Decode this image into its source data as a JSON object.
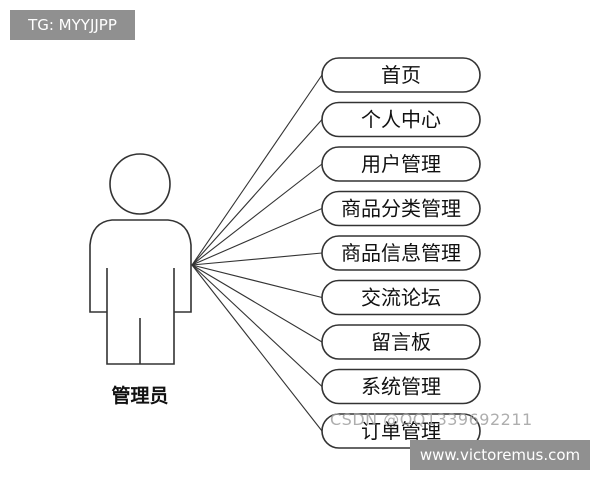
{
  "tag": "TG: MYYJJPP",
  "actor": {
    "label": "管理员"
  },
  "use_cases": [
    "首页",
    "个人中心",
    "用户管理",
    "商品分类管理",
    "商品信息管理",
    "交流论坛",
    "留言板",
    "系统管理",
    "订单管理"
  ],
  "csdn_watermark": "CSDN @QQ1339692211",
  "watermark": "www.victoremus.com",
  "colors": {
    "stroke": "#333333",
    "tag_bg": "#909090",
    "tag_text": "#ffffff"
  }
}
